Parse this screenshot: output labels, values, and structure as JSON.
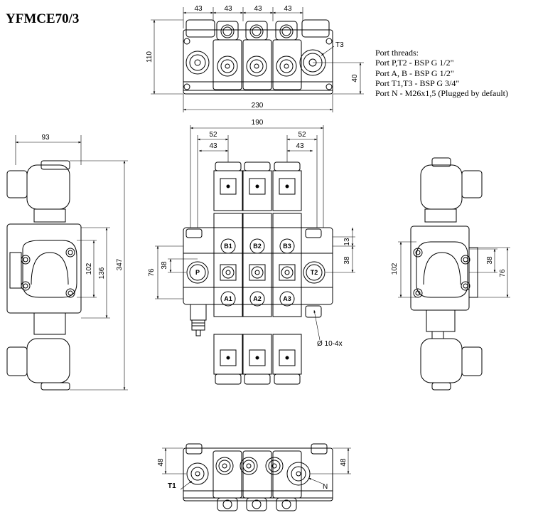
{
  "title": "YFMCE70/3",
  "notes": {
    "heading": "Port threads:",
    "lines": [
      "Port P,T2 - BSP G 1/2\"",
      "Port A, B - BSP G 1/2\"",
      "Port T1,T3 - BSP G 3/4\"",
      "Port N - M26x1,5 (Plugged by default)"
    ]
  },
  "top_view": {
    "dims": {
      "s1": "43",
      "s2": "43",
      "s3": "43",
      "s4": "43",
      "height": "110",
      "width": "230",
      "side": "40"
    },
    "port_t3": "T3"
  },
  "front_view": {
    "dims": {
      "overall": "190",
      "left52": "52",
      "left43": "43",
      "right52": "52",
      "right43": "43",
      "h76": "76",
      "h38": "38",
      "r13": "13",
      "r38": "38",
      "hole": "Ø 10-4x"
    },
    "ports": {
      "b1": "B1",
      "b2": "B2",
      "b3": "B3",
      "p": "P",
      "t2": "T2",
      "a1": "A1",
      "a2": "A2",
      "a3": "A3"
    }
  },
  "left_view": {
    "dims": {
      "w93": "93",
      "h347": "347",
      "h136": "136",
      "h102": "102"
    }
  },
  "right_view": {
    "dims": {
      "h102": "102",
      "h38": "38",
      "h76": "76"
    }
  },
  "bottom_view": {
    "dims": {
      "left48": "48",
      "right48": "48"
    },
    "ports": {
      "t1": "T1",
      "n": "N"
    }
  }
}
